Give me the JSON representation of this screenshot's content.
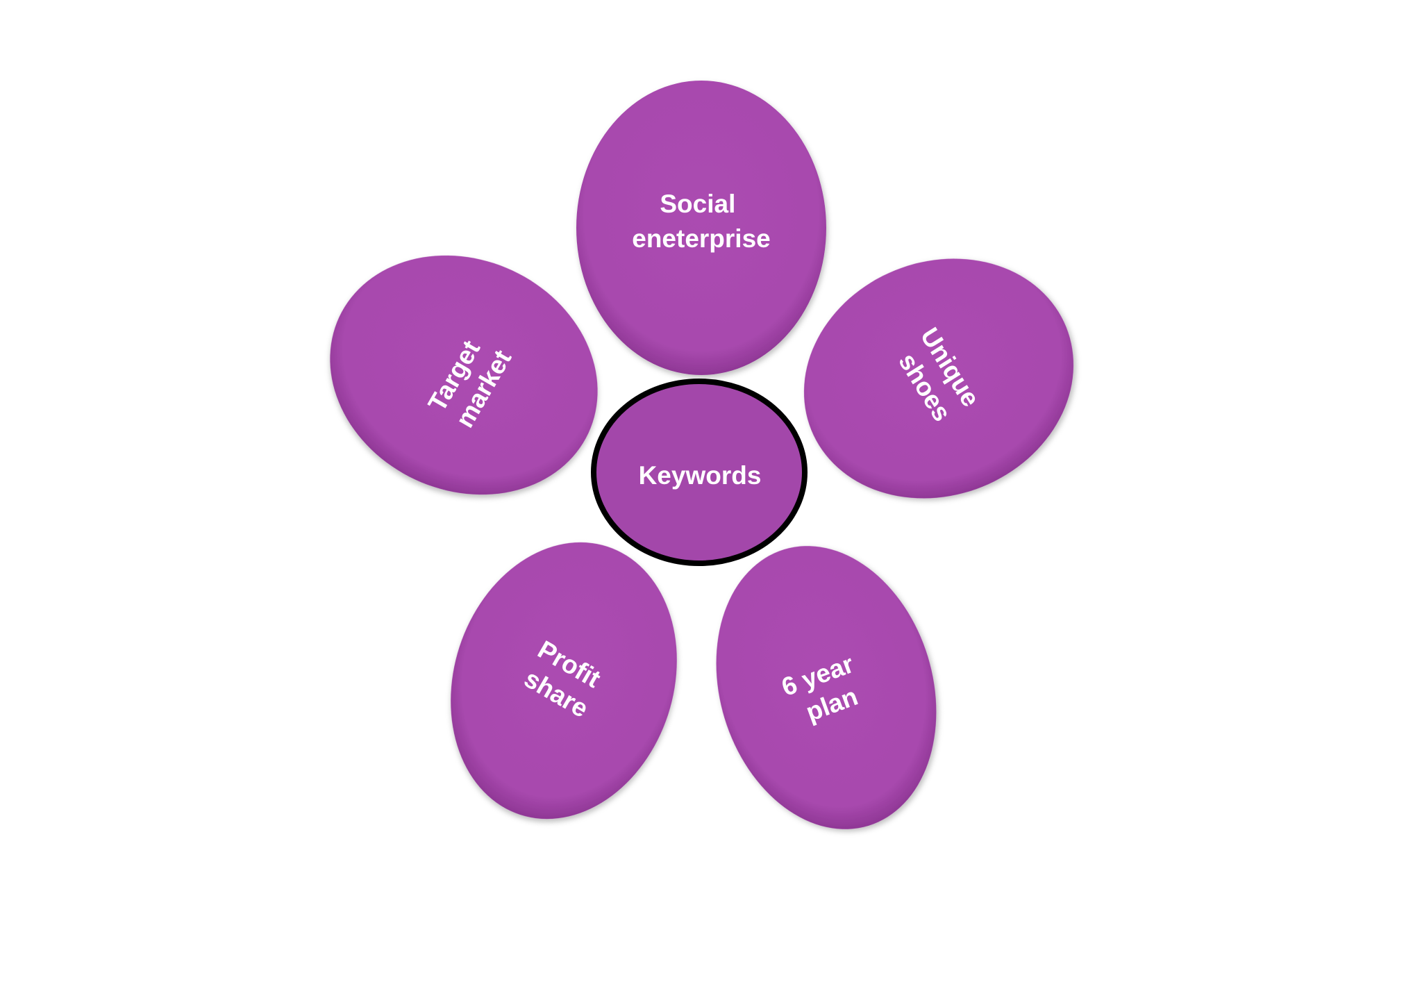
{
  "center": {
    "label": "Keywords"
  },
  "petals": [
    {
      "id": "social-enterprise",
      "lines": [
        "Social",
        "eneterprise"
      ]
    },
    {
      "id": "unique-shoes",
      "lines": [
        "Unique",
        "shoes"
      ]
    },
    {
      "id": "six-year-plan",
      "lines": [
        "6 year",
        "plan"
      ]
    },
    {
      "id": "profit-share",
      "lines": [
        "Profit",
        "share"
      ]
    },
    {
      "id": "target-market",
      "lines": [
        "Target",
        "market"
      ]
    }
  ],
  "colors": {
    "petal_fill": "#a94aaf",
    "petal_edge": "#8e3794",
    "center_fill": "#a347aa",
    "center_outline": "#000000",
    "text": "#ffffff"
  }
}
